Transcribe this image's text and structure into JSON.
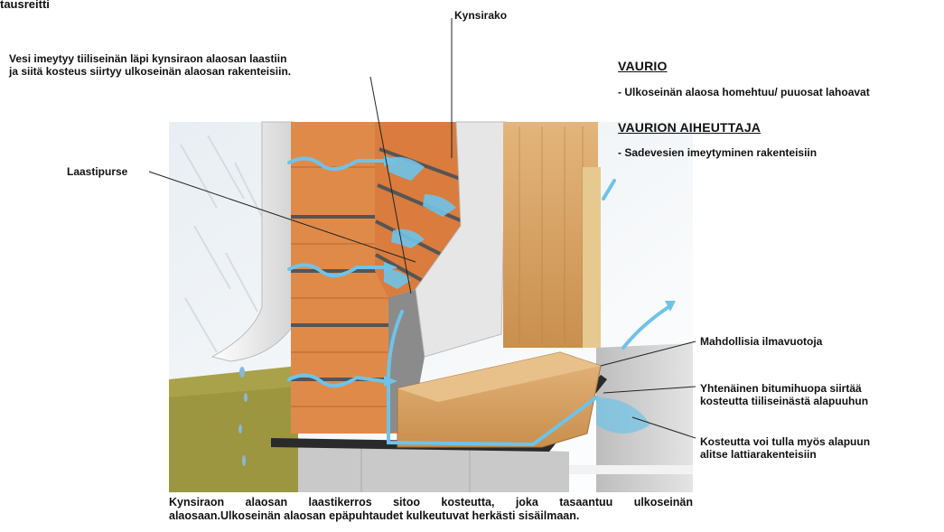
{
  "page_top_fragment": "tausreitti",
  "labels": {
    "kynsirako": "Kynsirako",
    "water_line1": "Vesi imeytyy tiiliseinän läpi kynsiraon alaosan laastiin",
    "water_line2": "ja siitä kosteus siirtyy ulkoseinän alaosan rakenteisiin.",
    "laastipurse": "Laastipurse",
    "ilmavuotoja": "Mahdollisia ilmavuotoja",
    "bitumi_line1": "Yhtenäinen bitumihuopa siirtää",
    "bitumi_line2": "kosteutta tiiliseinästä alapuuhun",
    "alapuu_line1": "Kosteutta voi tulla myös alapuun",
    "alapuu_line2": "alitse lattiarakenteisiin"
  },
  "vaurio": {
    "heading": "VAURIO",
    "text": "- Ulkoseinän alaosa homehtuu/ puuosat lahoavat"
  },
  "aiheuttaja": {
    "heading": "VAURION AIHEUTTAJA",
    "text": "- Sadevesien imeytyminen rakenteisiin"
  },
  "caption": {
    "line1": "Kynsiraon alaosan laastikerros sitoo kosteutta, joka tasaantuu ulkoseinän",
    "line2": "alaosaan.Ulkoseinän alaosan epäpuhtaudet kulkeutuvat herkästi sisäilmaan."
  },
  "colors": {
    "brick": "#e08a4a",
    "water": "#6fc3e8",
    "wood": "#d9a86a",
    "bitumen": "#2a2a2a",
    "concrete": "#cfcfcf",
    "moss": "#a9a24a"
  }
}
